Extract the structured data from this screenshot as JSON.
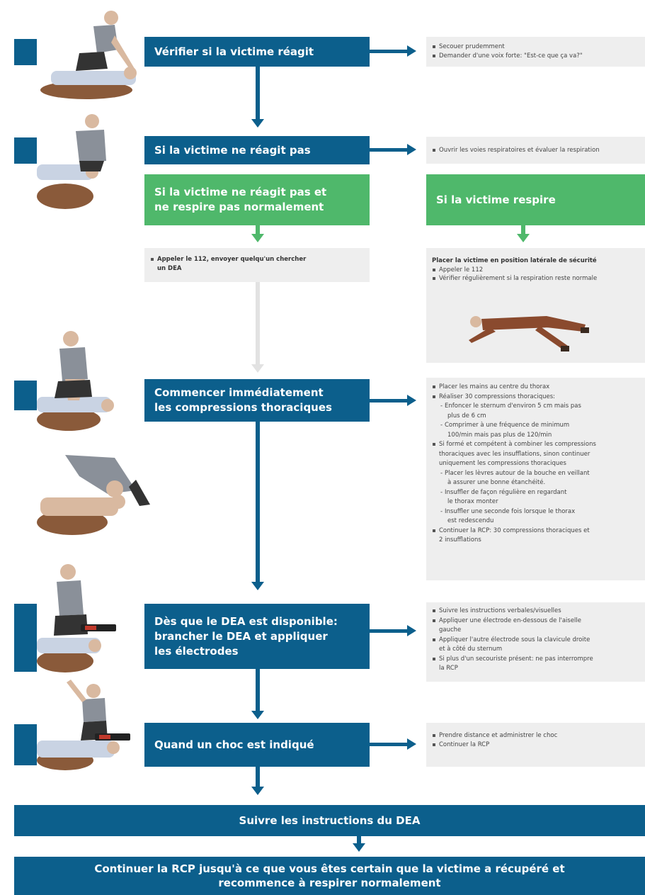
{
  "steps": {
    "s1": {
      "title": "Vérifier si la victime réagit",
      "items": [
        "Secouer prudemment",
        "Demander d'une voix forte: \"Est-ce que ça va?\""
      ]
    },
    "s2": {
      "title": "Si la victime ne réagit pas",
      "items": [
        "Ouvrir les voies respiratoires et évaluer la respiration"
      ]
    },
    "branch_left": {
      "title_l1": "Si la victime ne réagit pas et",
      "title_l2": "ne respire pas normalement",
      "info_l1": "Appeler le 112, envoyer quelqu'un chercher",
      "info_l2": "un DEA"
    },
    "branch_right": {
      "title": "Si la victime respire",
      "info_head": "Placer la victime en position latérale de sécurité",
      "items": [
        "Appeler le 112",
        "Vérifier régulièrement si la respiration reste normale"
      ]
    },
    "s3": {
      "title_l1": "Commencer immédiatement",
      "title_l2": "les compressions thoraciques",
      "lines": [
        "Placer les mains au centre du thorax",
        "Réaliser 30 compressions thoraciques:",
        "Enfoncer le sternum d'environ 5 cm mais pas",
        "plus de  6 cm",
        "Comprimer à une fréquence de minimum",
        "100/min mais pas plus de 120/min",
        "Si formé et compétent à combiner les compressions",
        "thoraciques avec les insufflations, sinon continuer",
        "uniquement les compressions thoraciques",
        "Placer les lèvres autour de la bouche en veillant",
        "à assurer une bonne étanchéité.",
        "Insuffler de façon régulière en regardant",
        "le thorax monter",
        "Insuffler une seconde fois lorsque le thorax",
        "est redescendu",
        "Continuer la RCP: 30 compressions thoraciques et",
        "2 insufflations"
      ]
    },
    "s4": {
      "title_l1": "Dès que le DEA est disponible:",
      "title_l2": "brancher le DEA et appliquer",
      "title_l3": "les électrodes",
      "lines": [
        "Suivre les instructions verbales/visuelles",
        "Appliquer une électrode en-dessous de l'aiselle",
        "gauche",
        "Appliquer l'autre électrode sous la clavicule droite",
        "et à côté du sternum",
        "Si plus d'un secouriste présent: ne pas interrompre",
        "la RCP"
      ]
    },
    "s5": {
      "title": "Quand un choc est indiqué",
      "items": [
        "Prendre distance et administrer le choc",
        "Continuer la RCP"
      ]
    },
    "footer1": "Suivre les instructions du DEA",
    "footer2_l1": "Continuer la RCP jusqu'à ce que vous êtes certain que la victime a récupéré et",
    "footer2_l2": "recommence à respirer normalement"
  },
  "colors": {
    "blue": "#0c5f8c",
    "green": "#4fb86b",
    "grey_box": "#eeeeee"
  }
}
